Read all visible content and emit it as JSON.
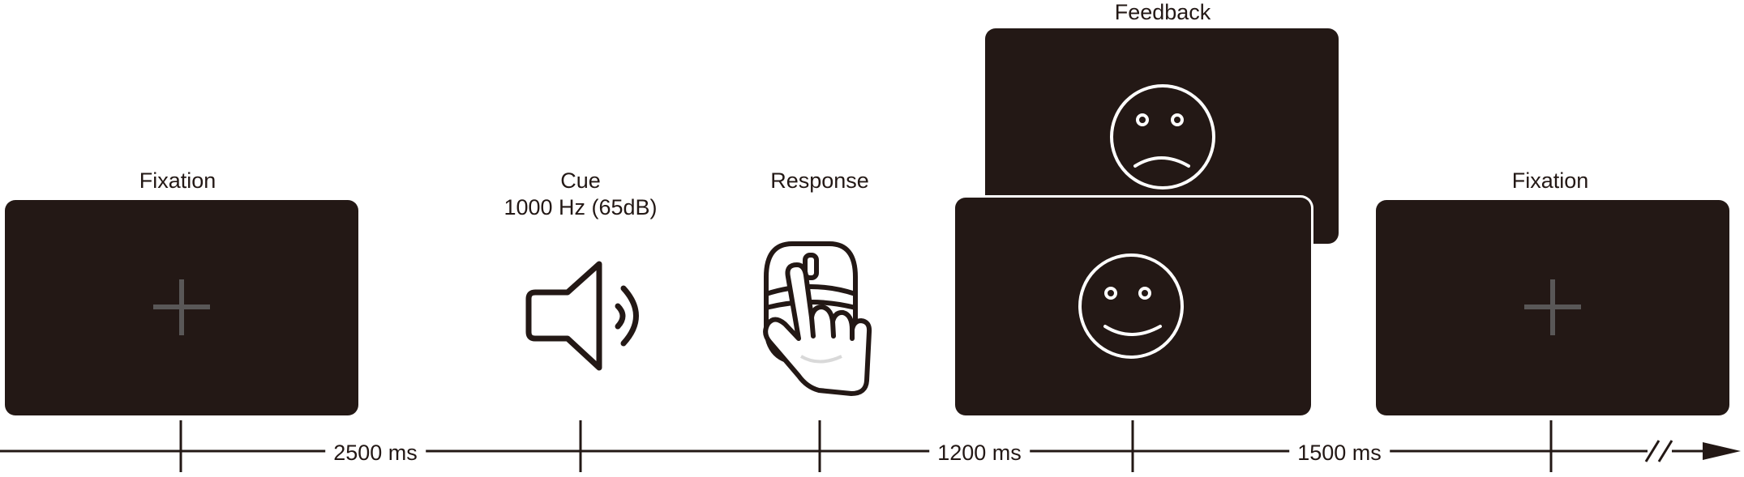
{
  "stages": {
    "fixation_start": "Fixation",
    "cue_title": "Cue",
    "cue_detail": "1000 Hz (65dB)",
    "response": "Response",
    "feedback": "Feedback",
    "fixation_end": "Fixation"
  },
  "durations": {
    "first": "2500 ms",
    "second": "1200 ms",
    "third": "1500 ms"
  },
  "icons": [
    "fixation-cross-icon",
    "speaker-icon",
    "mouse-click-icon",
    "sad-face-icon",
    "happy-face-icon",
    "timeline-break-icon",
    "arrowhead-icon"
  ],
  "colors": {
    "screen": "#231815",
    "cross": "#595757",
    "line": "#231815"
  }
}
